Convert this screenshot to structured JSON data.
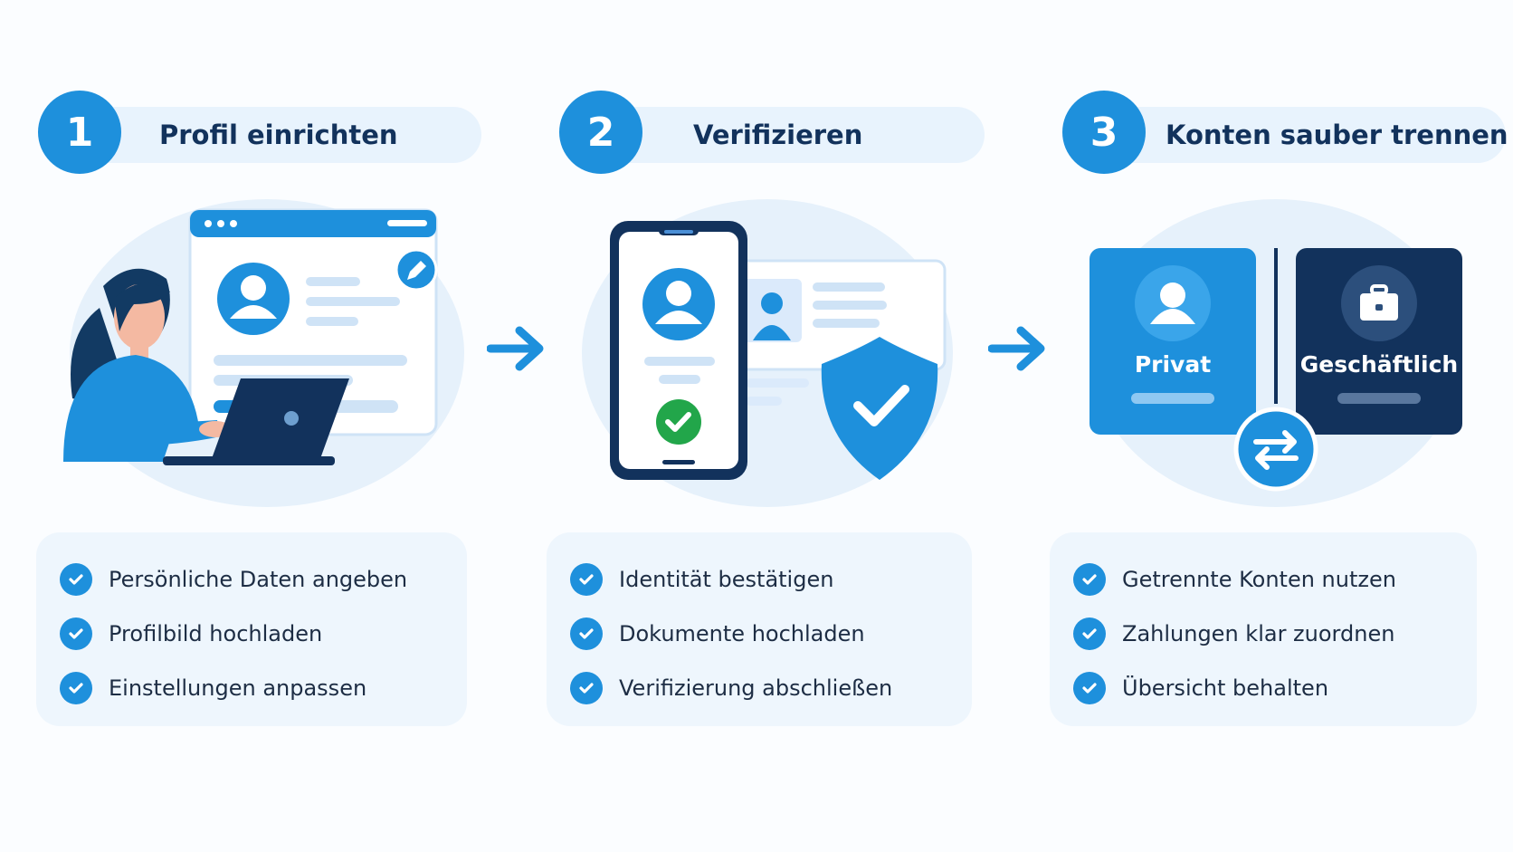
{
  "steps": [
    {
      "number": "1",
      "title": "Profil einrichten",
      "items": [
        "Persönliche Daten angeben",
        "Profilbild hochladen",
        "Einstellungen anpassen"
      ]
    },
    {
      "number": "2",
      "title": "Verifizieren",
      "items": [
        "Identität bestätigen",
        "Dokumente hochladen",
        "Verifizierung abschließen"
      ]
    },
    {
      "number": "3",
      "title": "Konten sauber trennen",
      "items": [
        "Getrennte Konten nutzen",
        "Zahlungen klar zuordnen",
        "Übersicht behalten"
      ]
    }
  ],
  "accounts": {
    "private_label": "Privat",
    "business_label": "Geschäftlich"
  },
  "colors": {
    "primary": "#1e90dc",
    "dark_navy": "#12325c",
    "light_bg": "#e8f3fd",
    "success": "#22a64a"
  },
  "icons": [
    "user-icon",
    "pencil-icon",
    "laptop-icon",
    "smartphone-icon",
    "id-card-icon",
    "shield-check-icon",
    "briefcase-icon",
    "swap-arrows-icon",
    "arrow-right-icon",
    "check-icon"
  ]
}
